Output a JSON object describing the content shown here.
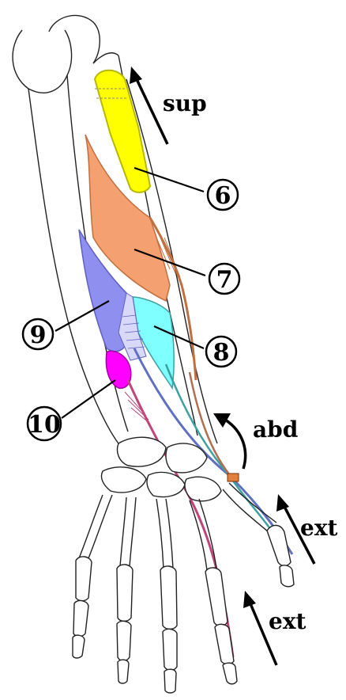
{
  "labels": {
    "sup": "sup",
    "abd": "abd",
    "ext_upper": "ext",
    "ext_lower": "ext",
    "n6": "6",
    "n7": "7",
    "n8": "8",
    "n9": "9",
    "n10": "10"
  },
  "colors": {
    "muscle_6": "#ffff00",
    "muscle_7": "#f4a070",
    "muscle_8": "#7fffff",
    "muscle_9": "#8f8ff0",
    "muscle_10": "#ff00ff",
    "tendon_pink": "#c0447a",
    "tendon_blue": "#6070c0",
    "tendon_brown": "#b07050"
  }
}
